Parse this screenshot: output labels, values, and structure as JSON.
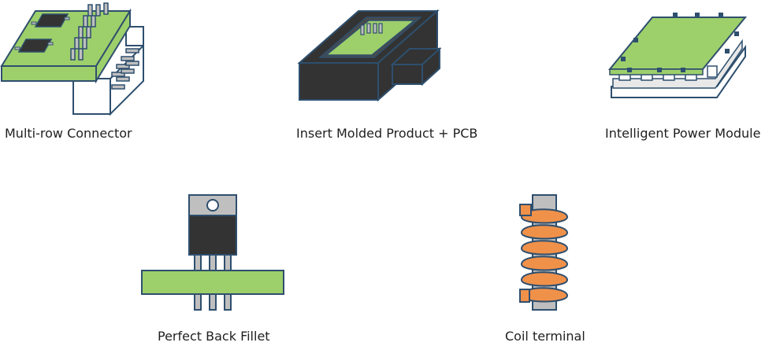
{
  "captions": {
    "multi_row_connector": "Multi-row Connector",
    "insert_molded": "Insert Molded Product + PCB",
    "power_module": "Intelligent Power Module",
    "back_fillet": "Perfect Back Fillet",
    "coil_terminal": "Coil terminal"
  },
  "colors": {
    "pcb_green": "#9dcf6b",
    "outline_blue": "#2e4f6e",
    "housing_dark": "#333333",
    "pin_gray": "#bfbfbf",
    "coil_orange": "#f0914a"
  }
}
